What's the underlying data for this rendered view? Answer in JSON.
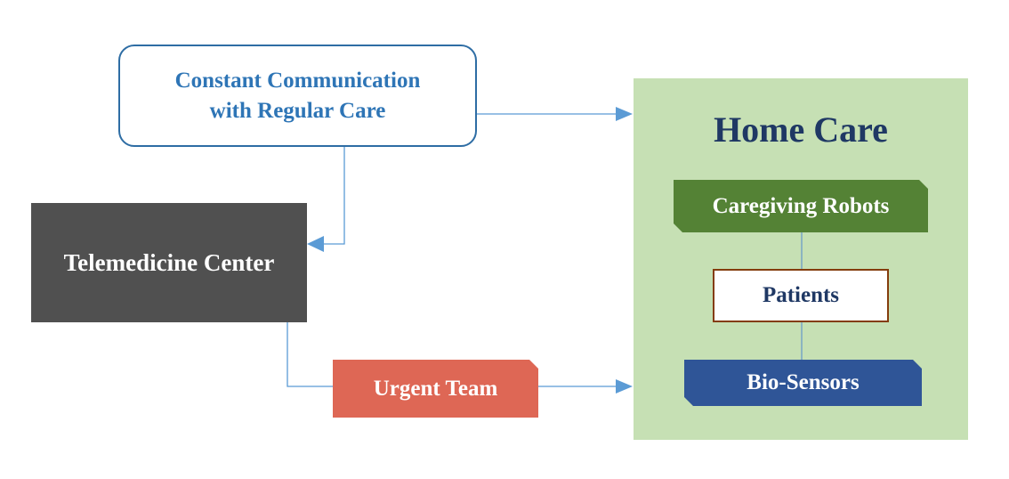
{
  "diagram": {
    "nodes": {
      "communication": {
        "label": "Constant Communication\nwith Regular Care"
      },
      "telemedicine_center": {
        "label": "Telemedicine Center"
      },
      "urgent_team": {
        "label": "Urgent Team"
      },
      "home_care": {
        "label": "Home Care"
      },
      "caregiving_robots": {
        "label": "Caregiving Robots"
      },
      "patients": {
        "label": "Patients"
      },
      "bio_sensors": {
        "label": "Bio-Sensors"
      }
    },
    "edges": [
      {
        "from": "communication",
        "to": "home_care",
        "arrow": true
      },
      {
        "from": "communication",
        "to": "telemedicine_center",
        "arrow": true
      },
      {
        "from": "telemedicine_center",
        "to": "urgent_team",
        "arrow": false
      },
      {
        "from": "urgent_team",
        "to": "home_care",
        "arrow": true
      },
      {
        "from": "caregiving_robots",
        "to": "patients",
        "arrow": false
      },
      {
        "from": "patients",
        "to": "bio_sensors",
        "arrow": false
      }
    ],
    "colors": {
      "connector": "#5b9bd5",
      "connector_inner": "#6b9dc8",
      "communication_text": "#2e75b6",
      "communication_border": "#2e6da4",
      "telemedicine_fill": "#505050",
      "urgent_fill": "#de6755",
      "home_care_fill": "#c6e0b4",
      "home_care_title": "#1f3864",
      "robots_fill": "#548235",
      "patients_border": "#843c0c",
      "sensors_fill": "#2f5597"
    }
  }
}
